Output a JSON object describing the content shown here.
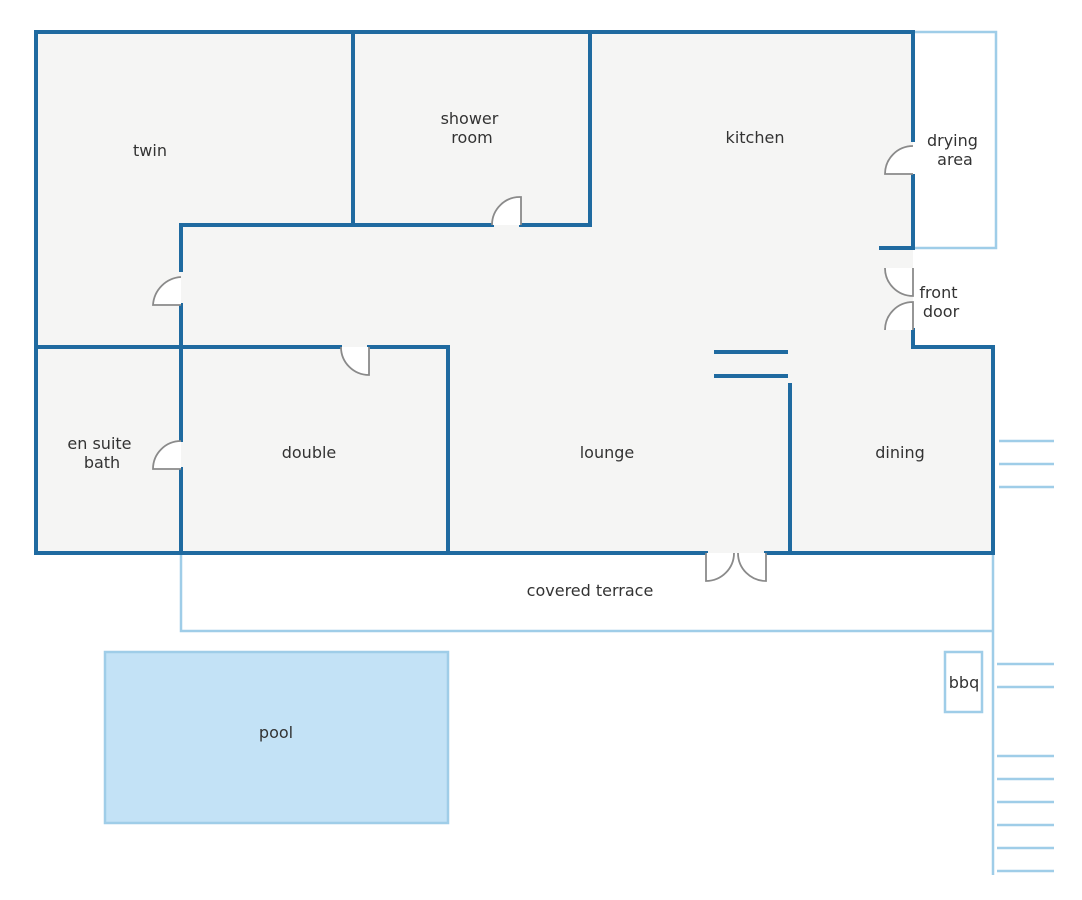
{
  "floor_plan": {
    "rooms": {
      "twin": "twin",
      "shower_room": [
        "shower",
        "room"
      ],
      "kitchen": "kitchen",
      "drying_area": [
        "drying",
        "area"
      ],
      "front_door": [
        "front",
        "door"
      ],
      "en_suite_bath": [
        "en suite",
        "bath"
      ],
      "double": "double",
      "lounge": "lounge",
      "dining": "dining",
      "covered_terrace": "covered terrace",
      "pool": "pool",
      "bbq": "bbq"
    },
    "colors": {
      "wall": "#1f6aa0",
      "outline": "#9fcde8",
      "room_fill": "#f5f5f4",
      "pool_fill": "#c3e2f6",
      "door": "#8a8a8a"
    }
  }
}
